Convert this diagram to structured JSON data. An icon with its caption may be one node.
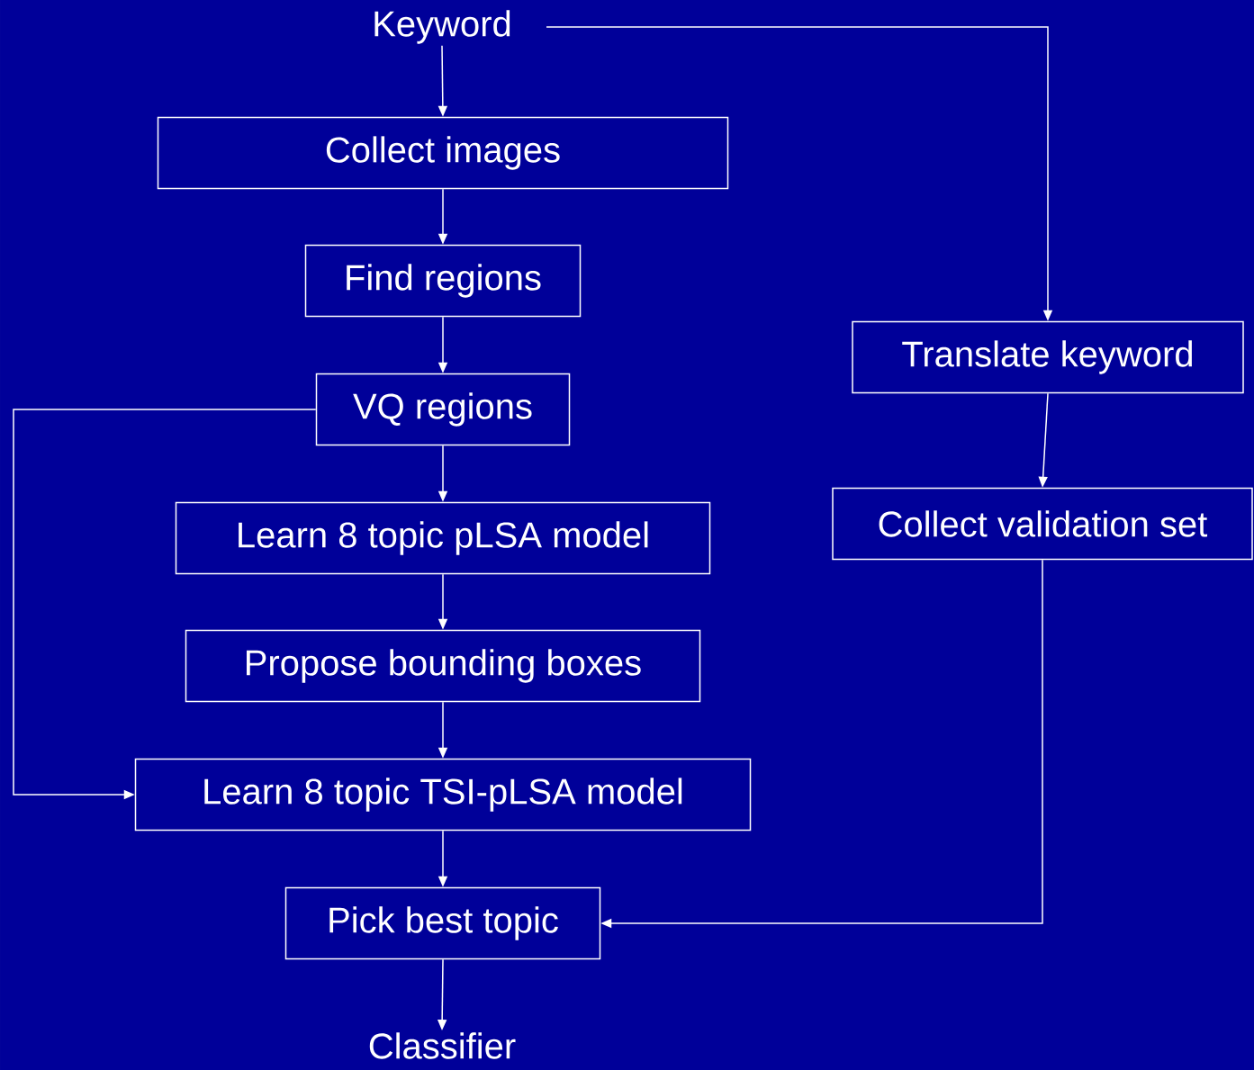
{
  "diagram": {
    "nodes": [
      {
        "text": [
          "Keyword"
        ]
      },
      {
        "text": [
          "Collect images"
        ]
      },
      {
        "text": [
          "Find regions"
        ]
      },
      {
        "text": [
          "VQ regions"
        ]
      },
      {
        "text": [
          "Learn 8 topic pLSA model"
        ]
      },
      {
        "text": [
          "Propose bounding boxes"
        ]
      },
      {
        "text": [
          "Learn 8 topic TSI-pLSA model"
        ]
      },
      {
        "text": [
          "Pick best topic"
        ]
      },
      {
        "text": [
          "Classifier"
        ]
      },
      {
        "text": [
          "Translate keyword"
        ]
      },
      {
        "text": [
          "Collect validation set"
        ]
      }
    ],
    "edges": [
      {
        "from": 0,
        "to": 1,
        "arrow": "to"
      },
      {
        "from": 1,
        "to": 2,
        "arrow": "to"
      },
      {
        "from": 2,
        "to": 3,
        "arrow": "to"
      },
      {
        "from": 3,
        "to": 4,
        "arrow": "to"
      },
      {
        "from": 4,
        "to": 5,
        "arrow": "to"
      },
      {
        "from": 5,
        "to": 6,
        "arrow": "to"
      },
      {
        "from": 6,
        "to": 7,
        "arrow": "to"
      },
      {
        "from": 7,
        "to": 8,
        "arrow": "to"
      },
      {
        "from": 0,
        "to": 9,
        "arrow": "to"
      },
      {
        "from": 9,
        "to": 10,
        "arrow": "to"
      },
      {
        "from": 10,
        "to": 7,
        "arrow": "to"
      },
      {
        "from": 3,
        "to": 6,
        "arrow": "to"
      }
    ]
  }
}
